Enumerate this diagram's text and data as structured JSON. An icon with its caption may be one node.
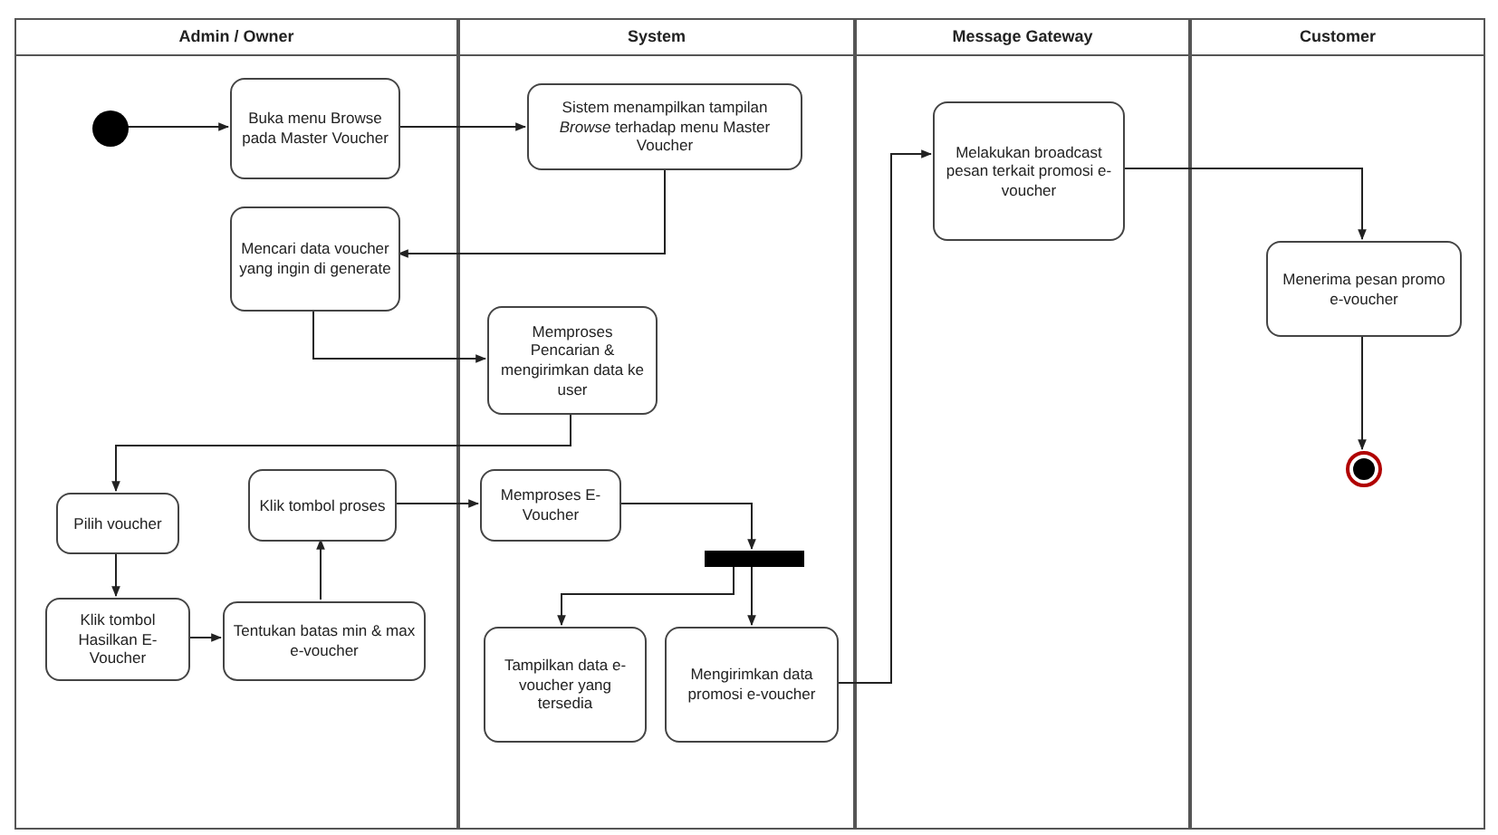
{
  "diagram": {
    "nodes": [
      {
        "text": [
          "Admin / Owner"
        ]
      },
      {
        "text": [
          "System"
        ]
      },
      {
        "text": [
          "Message Gateway"
        ]
      },
      {
        "text": [
          "Customer"
        ]
      },
      {
        "text": [],
        "shape": "circle",
        "in": 0
      },
      {
        "text": [
          "Buka menu Browse pada Master Voucher"
        ],
        "in": 0
      },
      {
        "text": [
          "Sistem menampilkan tampilan *Browse* terhadap menu Master Voucher"
        ],
        "in": 1
      },
      {
        "text": [
          "Mencari data voucher yang ingin di generate"
        ],
        "in": 0
      },
      {
        "text": [
          "Memproses Pencarian & mengirimkan data ke user"
        ],
        "in": 1
      },
      {
        "text": [
          "Pilih voucher"
        ],
        "in": 0
      },
      {
        "text": [
          "Klik tombol proses"
        ],
        "in": 0
      },
      {
        "text": [
          "Klik tombol Hasilkan E-Voucher"
        ],
        "in": 0
      },
      {
        "text": [
          "Tentukan batas min & max e-voucher"
        ],
        "in": 0
      },
      {
        "text": [
          "Memproses E-Voucher"
        ],
        "in": 1
      },
      {
        "text": [],
        "shape": "bar",
        "in": 1
      },
      {
        "text": [
          "Tampilkan data e-voucher yang tersedia"
        ],
        "in": 1
      },
      {
        "text": [
          "Mengirimkan data promosi e-voucher"
        ],
        "in": 1
      },
      {
        "text": [
          "Melakukan broadcast pesan terkait promosi e-voucher"
        ],
        "in": 2
      },
      {
        "text": [
          "Menerima pesan promo e-voucher"
        ],
        "in": 3
      },
      {
        "text": [],
        "shape": "bullseye",
        "in": 3
      }
    ],
    "edges": [
      {
        "from": 4,
        "to": 5,
        "arrow": "to"
      },
      {
        "from": 5,
        "to": 6,
        "arrow": "to"
      },
      {
        "from": 6,
        "to": 7,
        "arrow": "to"
      },
      {
        "from": 7,
        "to": 8,
        "arrow": "to"
      },
      {
        "from": 8,
        "to": 9,
        "arrow": "to"
      },
      {
        "from": 9,
        "to": 11,
        "arrow": "to"
      },
      {
        "from": 11,
        "to": 12,
        "arrow": "to"
      },
      {
        "from": 12,
        "to": 10,
        "arrow": "to"
      },
      {
        "from": 10,
        "to": 13,
        "arrow": "to"
      },
      {
        "from": 13,
        "to": 14,
        "arrow": "to"
      },
      {
        "from": 14,
        "to": 15,
        "arrow": "to"
      },
      {
        "from": 14,
        "to": 16,
        "arrow": "to"
      },
      {
        "from": 16,
        "to": 17,
        "arrow": "to"
      },
      {
        "from": 17,
        "to": 18,
        "arrow": "to"
      },
      {
        "from": 18,
        "to": 19,
        "arrow": "to"
      }
    ]
  }
}
